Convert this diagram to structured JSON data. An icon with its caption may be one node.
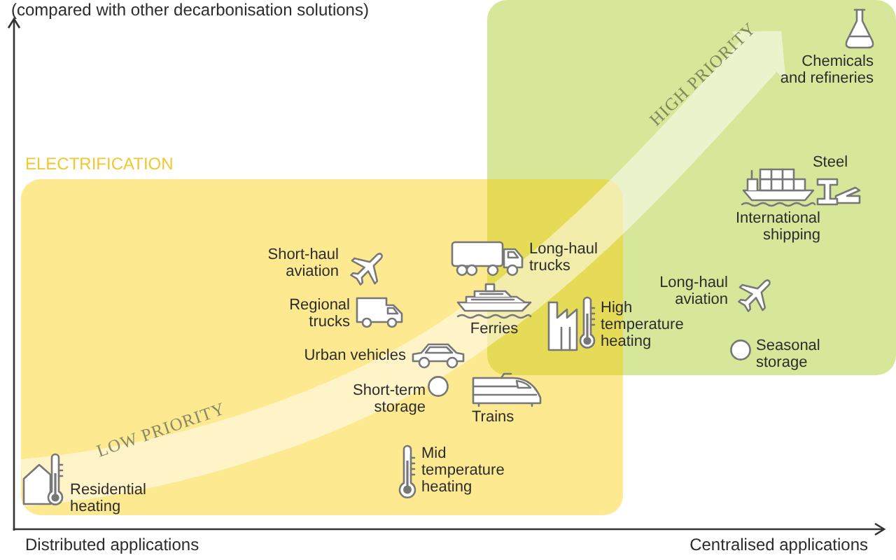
{
  "diagram": {
    "nodes": [
      {
        "text": [
          "ELECTRIFICATION",
          "LOW PRIORITY"
        ]
      },
      {
        "text": [
          "HIGH PRIORITY"
        ]
      },
      {
        "text": [
          "Chemicals and refineries"
        ],
        "in": 1
      },
      {
        "text": [
          "Steel"
        ],
        "in": 1
      },
      {
        "text": [
          "International shipping"
        ],
        "in": 1
      },
      {
        "text": [
          "Short-haul aviation"
        ],
        "in": 0
      },
      {
        "text": [
          "Long-haul trucks"
        ],
        "in": 0
      },
      {
        "text": [
          "Long-haul aviation"
        ],
        "in": 1
      },
      {
        "text": [
          "Regional trucks"
        ],
        "in": 0
      },
      {
        "text": [
          "Ferries"
        ],
        "in": 0
      },
      {
        "text": [
          "High temperature heating"
        ]
      },
      {
        "text": [
          "Seasonal storage"
        ],
        "in": 1
      },
      {
        "text": [
          "Urban vehicles"
        ],
        "in": 0
      },
      {
        "text": [
          "Short-term storage"
        ],
        "in": 0
      },
      {
        "text": [
          "Trains"
        ],
        "in": 0
      },
      {
        "text": [
          "Mid temperature heating"
        ],
        "in": 0
      },
      {
        "text": [
          "Residential heating"
        ],
        "in": 0
      }
    ],
    "labels": [
      "(compared with other decarbonisation solutions)",
      "Distributed applications",
      "Centralised applications"
    ]
  }
}
